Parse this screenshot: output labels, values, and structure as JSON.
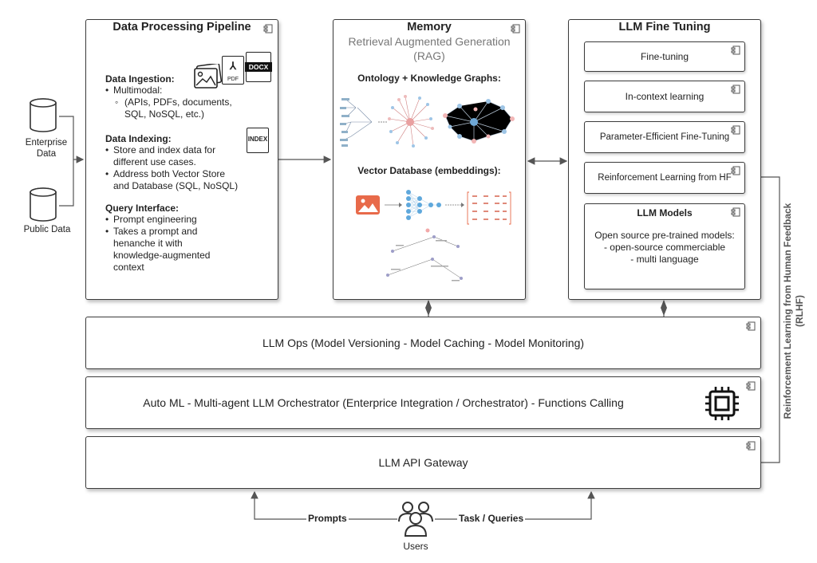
{
  "sources": {
    "enterprise_label": [
      "Enterprise",
      "Data"
    ],
    "public_label": "Public Data"
  },
  "pipeline": {
    "title": "Data Processing Pipeline",
    "ingestion": {
      "heading": "Data Ingestion:",
      "bullets": [
        "Multimodal:"
      ],
      "sub_bullets": [
        "(APIs, PDFs, documents,",
        "SQL, NoSQL, etc.)"
      ]
    },
    "indexing": {
      "heading": "Data Indexing:",
      "bullets": [
        [
          "Store and index data for",
          "different use cases."
        ],
        [
          "Address both Vector Store",
          "and Database (SQL, NoSQL)"
        ]
      ]
    },
    "query": {
      "heading": "Query Interface:",
      "bullets": [
        [
          "Prompt engineering"
        ],
        [
          "Takes a prompt and",
          "henanche it with",
          "knowledge-augmented",
          "context"
        ]
      ]
    },
    "icons": {
      "pdf_label": "PDF",
      "docx_label": "DOCX",
      "index_label": "INDEX"
    }
  },
  "memory": {
    "title": "Memory",
    "subtitle": "Retrieval Augmented Generation",
    "subtitle2": "(RAG)",
    "ontology_heading": "Ontology + Knowledge Graphs:",
    "vector_heading": "Vector Database (embeddings):"
  },
  "finetune": {
    "title": "LLM Fine Tuning",
    "items": [
      "Fine-tuning",
      "In-context learning",
      "Parameter-Efficient Fine-Tuning",
      "Reinforcement Learning from HF"
    ],
    "models": {
      "title": "LLM Models",
      "lines": [
        "Open source pre-trained models:",
        "- open-source commerciable",
        "- multi language"
      ]
    }
  },
  "layers": {
    "ops": "LLM Ops (Model Versioning - Model Caching - Model Monitoring)",
    "automl": "Auto ML - Multi-agent LLM Orchestrator (Enterprice Integration / Orchestrator) - Functions Calling",
    "gateway": "LLM API Gateway"
  },
  "bottom": {
    "prompts": "Prompts",
    "tasks": "Task / Queries",
    "users": "Users"
  },
  "rlhf": {
    "line1": "Reinforcement Learning from Human Feedback",
    "line2": "(RLHF)"
  },
  "icon_names": [
    "database-icon",
    "image-icon",
    "pdf-icon",
    "docx-icon",
    "index-icon",
    "component-icon",
    "cpu-chip-icon",
    "users-icon"
  ]
}
